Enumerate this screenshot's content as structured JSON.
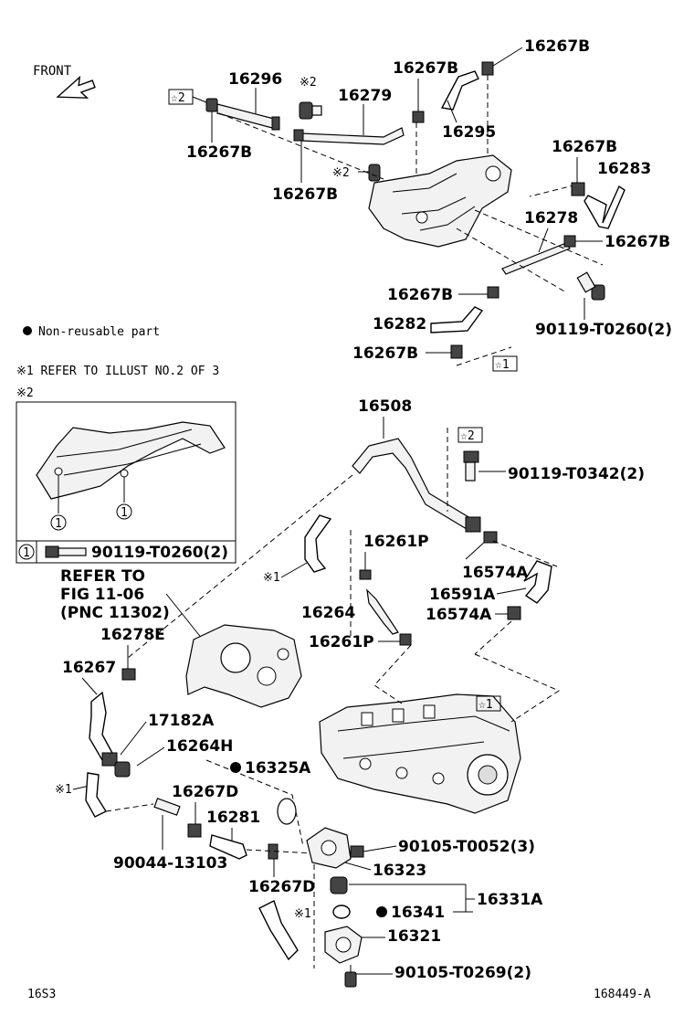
{
  "header": {
    "front_label": "FRONT",
    "note_non_reusable": "Non-reusable part",
    "note_ref1": "※1 REFER TO ILLUST NO.2 OF 3",
    "note_ref2_mark": "※2",
    "mark_ref1": "※1",
    "mark_ref2": "※2",
    "star1": "☆1",
    "star2": "☆2",
    "circle_one": "1"
  },
  "inset": {
    "callout_part": "90119-T0260(2)"
  },
  "refer": {
    "line1": "REFER TO",
    "line2": "FIG 11-06",
    "line3": "(PNC 11302)"
  },
  "parts": {
    "p16296": "16296",
    "p16267B": "16267B",
    "p16279": "16279",
    "p16295": "16295",
    "p16283": "16283",
    "p16278": "16278",
    "p16282": "16282",
    "p90119_T0260": "90119-T0260(2)",
    "p16508": "16508",
    "p90119_T0342": "90119-T0342(2)",
    "p16261P": "16261P",
    "p16574A": "16574A",
    "p16591A": "16591A",
    "p16264": "16264",
    "p16278E": "16278E",
    "p16267": "16267",
    "p17182A": "17182A",
    "p16264H": "16264H",
    "p16325A": "16325A",
    "p16267D": "16267D",
    "p16281": "16281",
    "p90044_13103": "90044-13103",
    "p90105_T0052": "90105-T0052(3)",
    "p16323": "16323",
    "p16331A": "16331A",
    "p16341": "16341",
    "p16321": "16321",
    "p90105_T0269": "90105-T0269(2)"
  },
  "footer": {
    "left_code": "16S3",
    "right_code": "168449-A"
  }
}
